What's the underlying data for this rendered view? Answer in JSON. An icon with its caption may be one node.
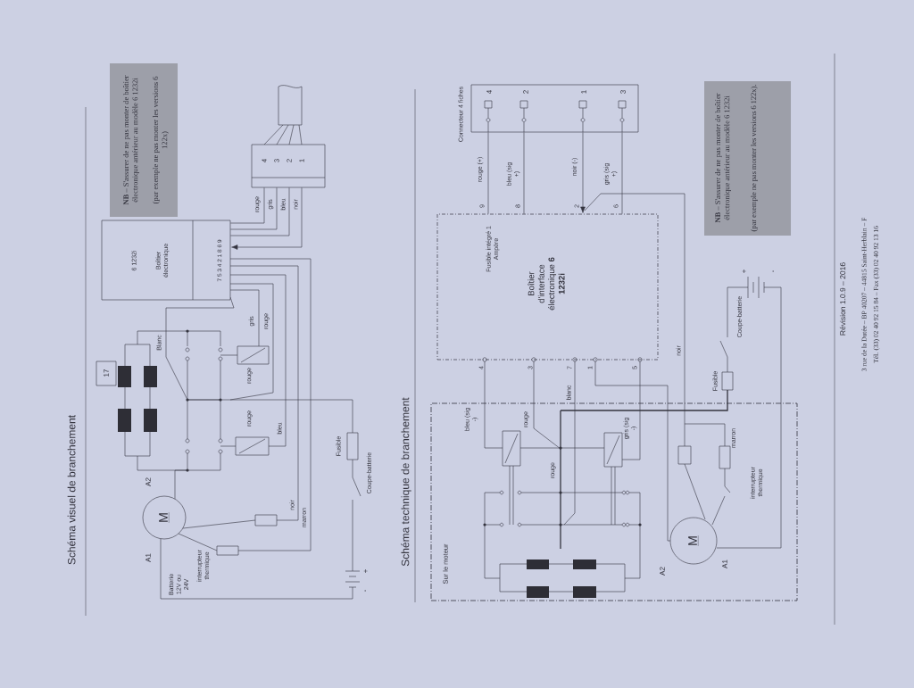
{
  "diagram": {
    "title": "Schéma visuel de branchement",
    "nodes": [
      {
        "text": [
          "17"
        ]
      },
      {
        "text": [
          "**NB** – S'assurer de ne pas monter de boîtier électronique antérieur au modèle 6 1232i",
          "(par exemple ne pas monter les versions 6 122x)"
        ]
      },
      {
        "text": [
          "6 1232i",
          "Boîtier électronique",
          "7 5 3 4 2 1 8 6 9"
        ]
      },
      {
        "text": [
          "4",
          "3",
          "2",
          "1"
        ]
      },
      {
        "text": [
          "M"
        ],
        "beside": [
          "A1",
          "A2"
        ]
      },
      {
        "text": [],
        "shape": "box",
        "beside": [
          "Fusible"
        ]
      },
      {
        "text": [
          "Sur le moteur"
        ]
      },
      {
        "text": [
          "M"
        ],
        "beside": [
          "A2",
          "A1"
        ],
        "in": 6
      },
      {
        "text": [
          "Fusible intégré 1 Ampère",
          "Boîtier d'interface électronique **6 1232i**"
        ]
      },
      {
        "text": [
          "Connecteur 4 fiches",
          "4",
          "2",
          "1",
          "3"
        ]
      },
      {
        "text": [
          "**NB** – S'assurer de ne pas monter de boîtier électronique antérieur au modèle 6 1232i",
          "(par exemple ne pas monter les versions 6 122x)."
        ]
      },
      {
        "text": [],
        "shape": "box",
        "beside": [
          "Fusible"
        ]
      }
    ],
    "edges": [
      {
        "from": 2,
        "to": 3,
        "arrow": "none",
        "label": "rouge"
      },
      {
        "from": 2,
        "to": 3,
        "arrow": "none",
        "label": "gris"
      },
      {
        "from": 2,
        "to": 3,
        "arrow": "none",
        "label": "bleu"
      },
      {
        "from": 3,
        "to": 2,
        "arrow": "to",
        "label": "noir"
      },
      {
        "from": 8,
        "to": 9,
        "arrow": "none",
        "label": "rouge (+)"
      },
      {
        "from": 8,
        "to": 9,
        "arrow": "none",
        "label": "bleu (sig +)"
      },
      {
        "from": 9,
        "to": 8,
        "arrow": "to",
        "label": "noir (-)"
      },
      {
        "from": 8,
        "to": 9,
        "arrow": "none",
        "label": "gris (sig +)"
      }
    ],
    "labels": [
      "Blanc",
      "rouge",
      "rouge",
      "gris",
      "rouge",
      "bleu",
      "noir",
      "marron",
      "interrupteur thermique",
      "Batterie 12V ou 24V",
      "+",
      "-",
      "Coupe-batterie",
      "Schéma technique de branchement",
      "bleu (sig -)",
      "rouge",
      "rouge",
      "blanc",
      "gris (sig -)",
      "9",
      "8",
      "2",
      "6",
      "4",
      "3",
      "7",
      "1",
      "5",
      "noir",
      "marron",
      "interrupteur thermique",
      "Coupe-batterie",
      "+",
      "-",
      "Révision 1.0.9 – 2016",
      "3 rue de la Dutée – BP 40207 – 44815 Saint-Herblain – F",
      "Tél. (33) 02 40 92 15 84 – Fax (33) 02 40 92 13 16"
    ]
  }
}
